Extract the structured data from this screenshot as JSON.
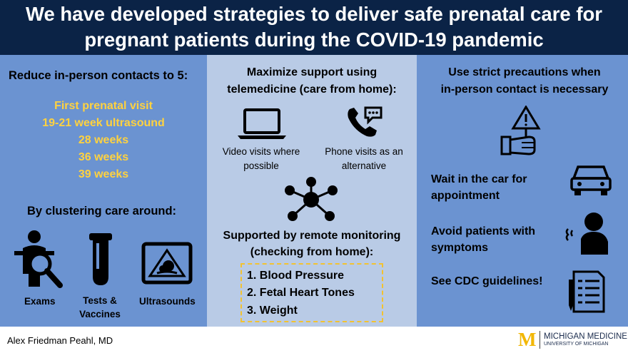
{
  "header": {
    "line1": "We have developed strategies to deliver safe prenatal care for",
    "line2": "pregnant patients during the COVID-19 pandemic"
  },
  "col1": {
    "heading": "Reduce in-person contacts to 5:",
    "visits": [
      "First prenatal visit",
      "19-21 week ultrasound",
      "28 weeks",
      "36 weeks",
      "39 weeks"
    ],
    "cluster_heading": "By clustering care around:",
    "care_items": [
      "Exams",
      "Tests &",
      "Vaccines",
      "Ultrasounds"
    ]
  },
  "col2": {
    "heading_line1": "Maximize support using",
    "heading_line2": "telemedicine (care from home):",
    "video_line1": "Video visits where",
    "video_line2": "possible",
    "phone_line1": "Phone visits as an",
    "phone_line2": "alternative",
    "monitor_line1": "Supported by remote monitoring",
    "monitor_line2": "(checking from home):",
    "monitoring_list": [
      "1.   Blood Pressure",
      "2.   Fetal Heart Tones",
      "3.   Weight"
    ]
  },
  "col3": {
    "heading_line1": "Use strict precautions when",
    "heading_line2": "in-person contact is necessary",
    "car_line1": "Wait in the car for",
    "car_line2": "appointment",
    "symptom_line1": "Avoid patients with",
    "symptom_line2": "symptoms",
    "cdc": "See CDC guidelines!"
  },
  "footer": {
    "author": "Alex Friedman Peahl, MD",
    "logo_letter": "M",
    "org_name": "MICHIGAN MEDICINE",
    "org_sub": "UNIVERSITY OF MICHIGAN"
  },
  "colors": {
    "header_bg": "#0b2346",
    "panel_blue": "#6b93d1",
    "panel_light": "#b9cbe6",
    "accent_yellow": "#ffd23f",
    "logo_maize": "#f2b705"
  },
  "icons": [
    "laptop-icon",
    "phone-icon",
    "network-icon",
    "exam-icon",
    "test-tube-icon",
    "ultrasound-icon",
    "warning-hand-icon",
    "car-icon",
    "cough-icon",
    "checklist-icon"
  ]
}
